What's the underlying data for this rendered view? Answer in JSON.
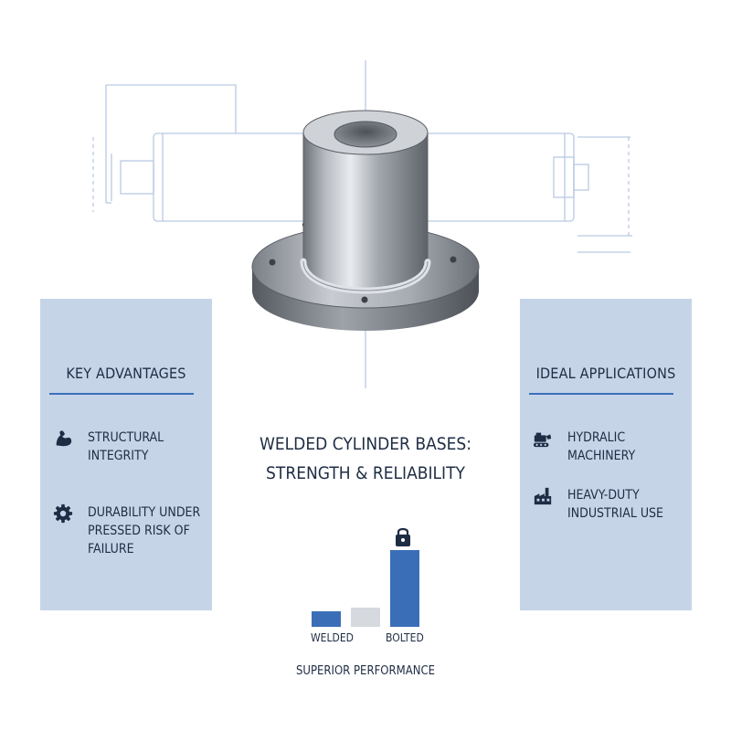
{
  "diagram": {
    "title": "WELDED CYLINDER BASES:\nSTRENGTH & RELIABILITY",
    "left_panel": {
      "title": "KEY ADVANTAGES",
      "items": [
        {
          "label": "STRUCTURAL\nINTEGRITY",
          "icon": "flexed-arm-icon"
        },
        {
          "label": "DURABILITY UNDER\nPRESSED RISK OF\nFAILURE",
          "icon": "gear-icon"
        }
      ]
    },
    "right_panel": {
      "title": "IDEAL APPLICATIONS",
      "items": [
        {
          "label": "HYDRALIC\nMACHINERY",
          "icon": "excavator-icon"
        },
        {
          "label": "HEAVY-DUTY\nINDUSTRIAL USE",
          "icon": "factory-icon"
        }
      ]
    },
    "comparison": {
      "labels": [
        "WELDED",
        "BOLTED"
      ],
      "bars": [
        {
          "level": 0.2,
          "color": "#3a6fb8"
        },
        {
          "level": 0.25,
          "color": "#d6d9de"
        },
        {
          "level": 1.0,
          "color": "#3a6fb8"
        }
      ],
      "caption": "SUPERIOR PERFORMANCE",
      "icon": "padlock-icon"
    },
    "colors": {
      "panel": "#c6d4e8",
      "accent": "#3a6fb8",
      "text": "#1f2d44",
      "blueprint": "#b9c9e4"
    }
  }
}
